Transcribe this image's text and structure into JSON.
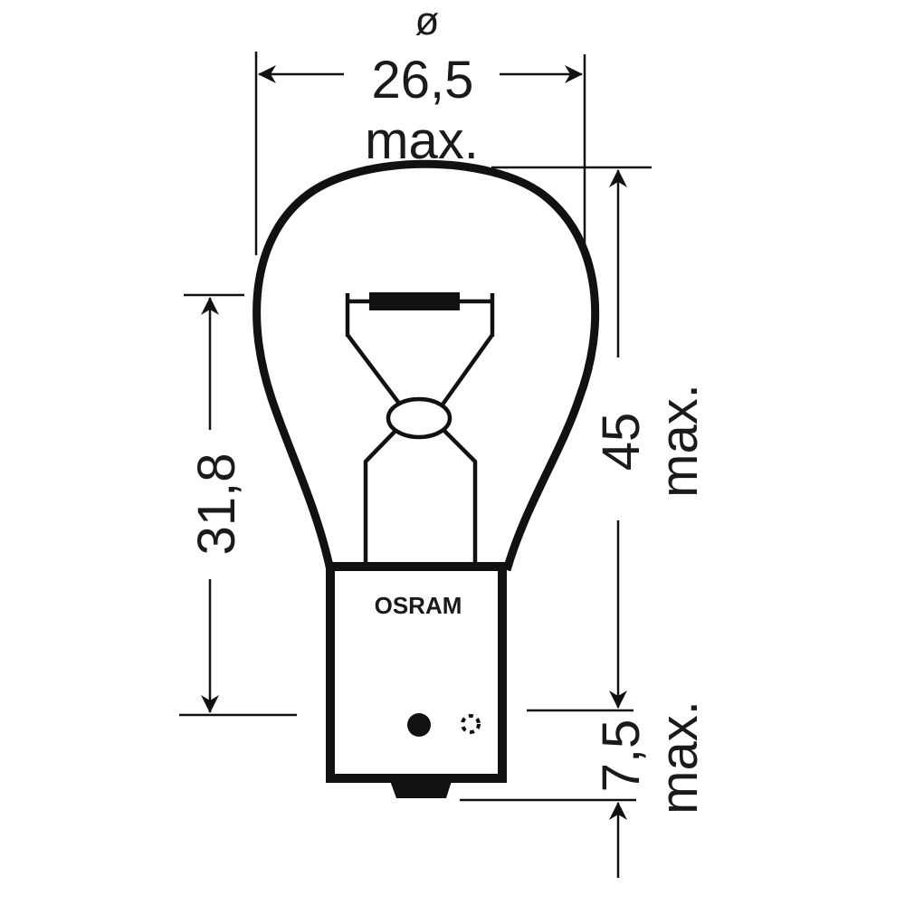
{
  "diagram": {
    "type": "technical dimension drawing",
    "subject": "automotive bulb with bayonet base",
    "colors": {
      "line": "#111111",
      "background": "#ffffff"
    }
  },
  "bulb": {
    "brand_label": "OSRAM"
  },
  "dimensions": {
    "diameter": {
      "symbol": "ø",
      "value": "26,5",
      "qualifier": "max."
    },
    "overall_length": {
      "value": "45",
      "qualifier": "max."
    },
    "light_center_length": {
      "value": "31,8"
    },
    "base_tip_length": {
      "value": "7,5",
      "qualifier": "max."
    }
  }
}
